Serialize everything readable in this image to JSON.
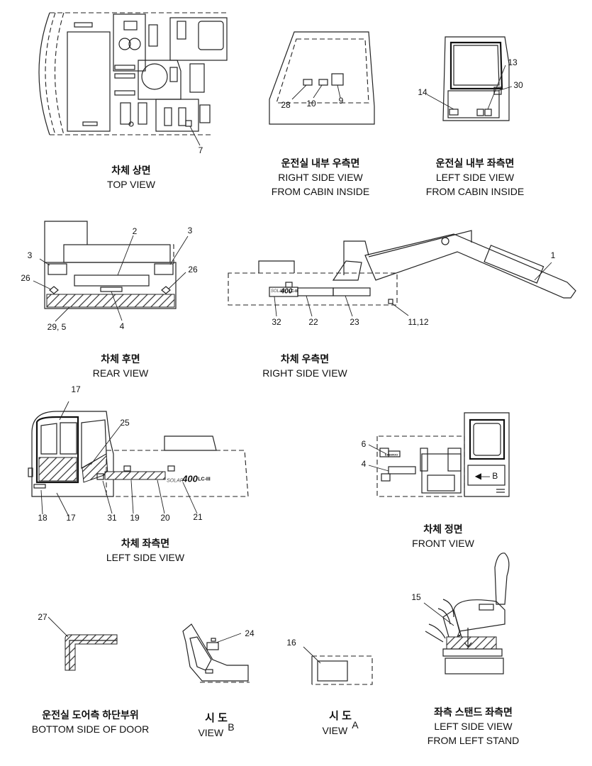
{
  "views": [
    {
      "id": "top",
      "ko": "차체  상면",
      "en1": "TOP VIEW",
      "en2": ""
    },
    {
      "id": "right-cabin",
      "ko": "운전실 내부 우측면",
      "en1": "RIGHT SIDE VIEW",
      "en2": "FROM CABIN INSIDE"
    },
    {
      "id": "left-cabin",
      "ko": "운전실 내부 좌측면",
      "en1": "LEFT SIDE VIEW",
      "en2": "FROM CABIN INSIDE"
    },
    {
      "id": "rear",
      "ko": "차체 후면",
      "en1": "REAR VIEW",
      "en2": ""
    },
    {
      "id": "right-side",
      "ko": "차체 우측면",
      "en1": "RIGHT SIDE VIEW",
      "en2": ""
    },
    {
      "id": "left-side",
      "ko": "차체 좌측면",
      "en1": "LEFT SIDE VIEW",
      "en2": ""
    },
    {
      "id": "front",
      "ko": "차체 정면",
      "en1": "FRONT VIEW",
      "en2": ""
    },
    {
      "id": "door-bottom",
      "ko": "운전실 도어측 하단부위",
      "en1": "BOTTOM SIDE OF DOOR",
      "en2": ""
    },
    {
      "id": "view-b",
      "ko": "시 도",
      "en1": "VIEW",
      "letter": "B"
    },
    {
      "id": "view-a",
      "ko": "시 도",
      "en1": "VIEW",
      "letter": "A"
    },
    {
      "id": "stand",
      "ko": "좌측 스탠드 좌측면",
      "en1": "LEFT SIDE VIEW",
      "en2": "FROM LEFT STAND"
    }
  ],
  "callouts": [
    "7",
    "28",
    "10",
    "9",
    "13",
    "30",
    "14",
    "2",
    "3",
    "3",
    "26",
    "26",
    "29, 5",
    "4",
    "1",
    "32",
    "22",
    "23",
    "11,12",
    "17",
    "25",
    "18",
    "17",
    "31",
    "19",
    "20",
    "21",
    "6",
    "4",
    "27",
    "24",
    "16",
    "15"
  ],
  "markings": {
    "solar": "SOLAR",
    "model": "400",
    "lc": "LC-III",
    "arrow_b": "B",
    "arrow_a": "A",
    "logo": "DAEWOO"
  }
}
